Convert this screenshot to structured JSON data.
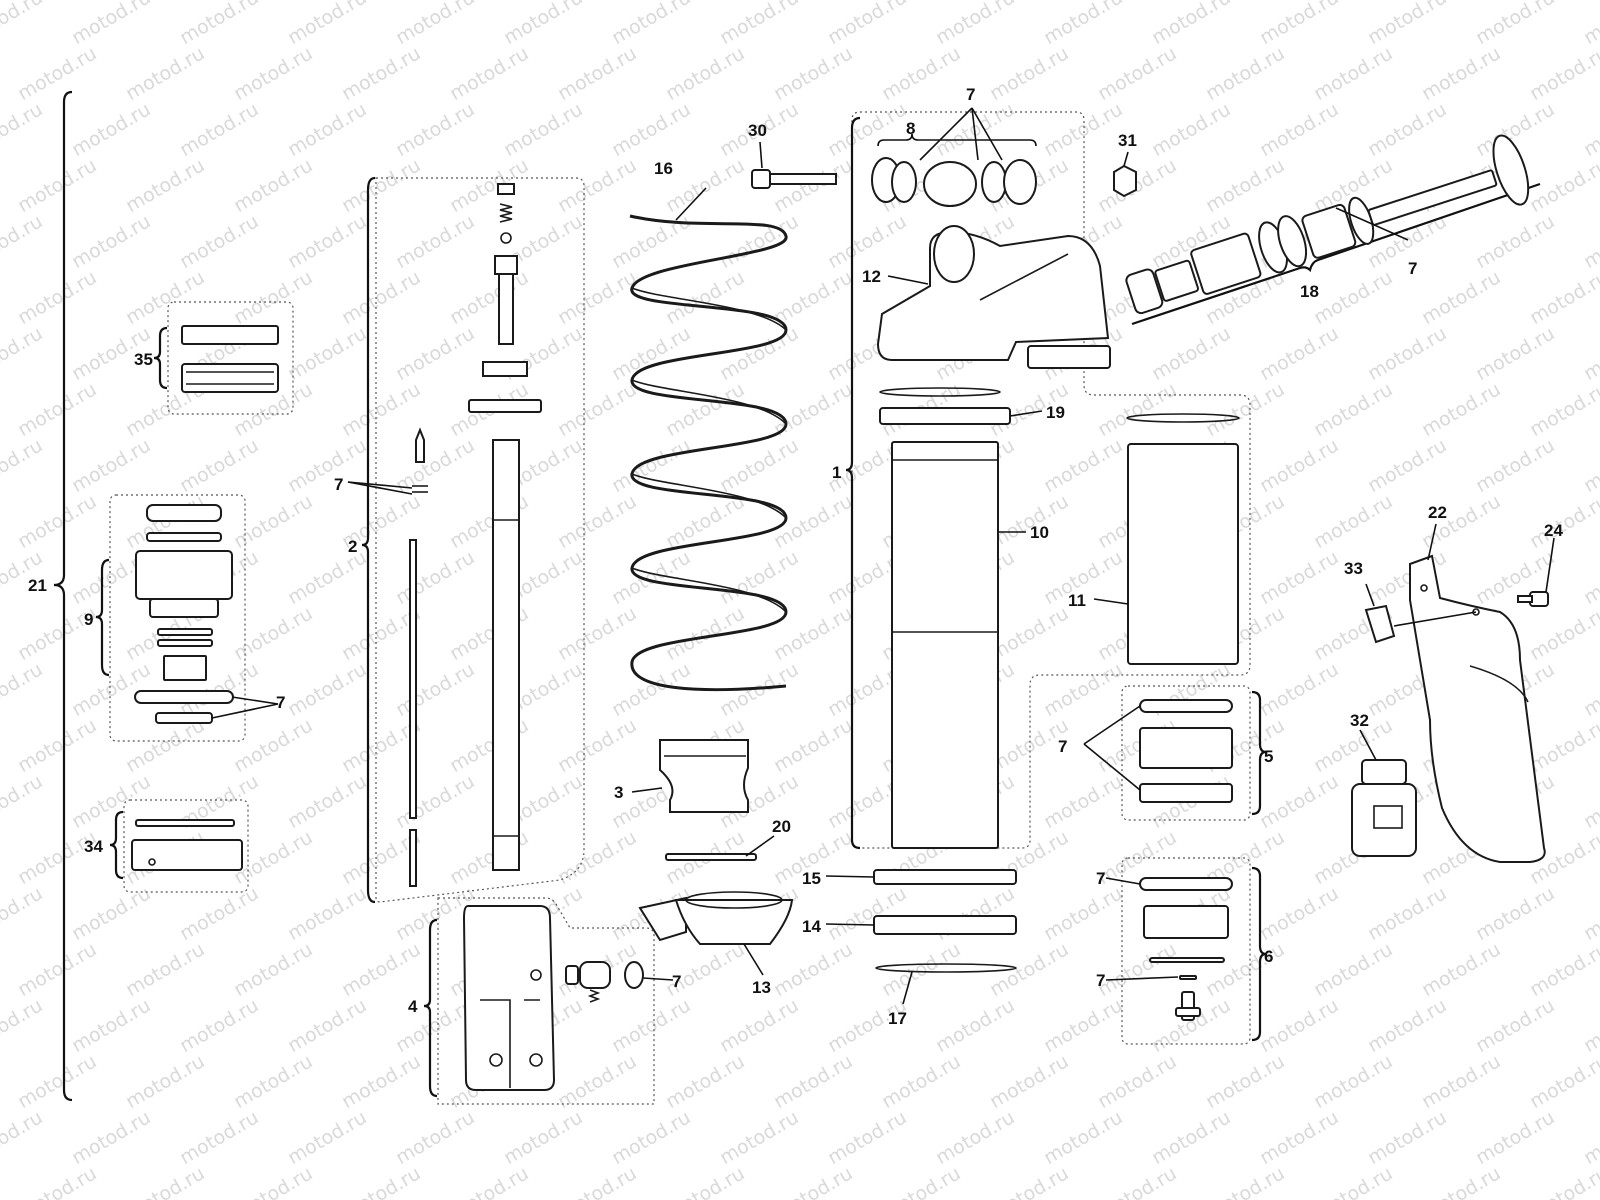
{
  "watermark": "motod.ru",
  "labels": {
    "p1": "1",
    "p2": "2",
    "p3": "3",
    "p4": "4",
    "p5": "5",
    "p6": "6",
    "p7": "7",
    "p8": "8",
    "p9": "9",
    "p10": "10",
    "p11": "11",
    "p12": "12",
    "p13": "13",
    "p14": "14",
    "p15": "15",
    "p16": "16",
    "p17": "17",
    "p18": "18",
    "p19": "19",
    "p20": "20",
    "p21": "21",
    "p22": "22",
    "p24": "24",
    "p30": "30",
    "p31": "31",
    "p32": "32",
    "p33": "33",
    "p34": "34",
    "p35": "35"
  }
}
